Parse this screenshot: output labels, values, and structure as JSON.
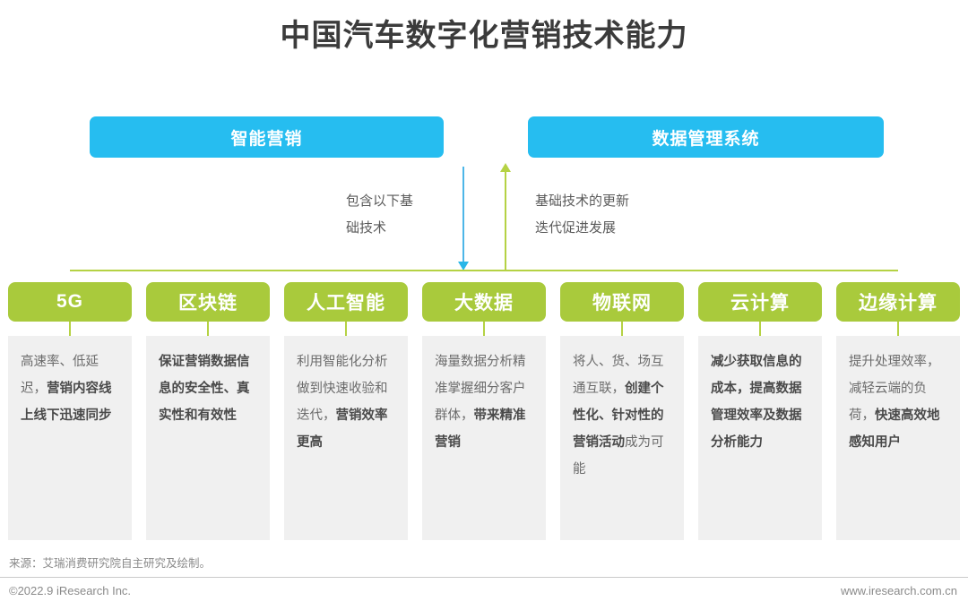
{
  "title": "中国汽车数字化营销技术能力",
  "top_boxes": [
    {
      "id": "smart-marketing",
      "label": "智能营销"
    },
    {
      "id": "data-management-system",
      "label": "数据管理系统"
    }
  ],
  "connectors": [
    {
      "id": "down-arrow",
      "direction": "down",
      "color": "#29b6e8",
      "label": "包含以下基\n础技术"
    },
    {
      "id": "up-arrow",
      "direction": "up",
      "color": "#b5d244",
      "label": "基础技术的更新\n迭代促进发展"
    }
  ],
  "columns": [
    {
      "tab": "5G",
      "text_plain": "高速率、低延迟，营销内容线上线下迅速同步",
      "text_html": "高速率、低延迟，<b>营销内容线上线下迅速同步</b>"
    },
    {
      "tab": "区块链",
      "text_plain": "保证营销数据信息的安全性、真实性和有效性",
      "text_html": "<b>保证营销数据信息的安全性、真实性和有效性</b>"
    },
    {
      "tab": "人工智能",
      "text_plain": "利用智能化分析做到快速收验和迭代，营销效率更高",
      "text_html": "利用智能化分析做到快速收验和迭代，<b>营销效率更高</b>"
    },
    {
      "tab": "大数据",
      "text_plain": "海量数据分析精准掌握细分客户群体，带来精准营销",
      "text_html": "海量数据分析精准掌握细分客户群体，<b>带来精准营销</b>"
    },
    {
      "tab": "物联网",
      "text_plain": "将人、货、场互通互联，创建个性化、针对性的营销活动成为可能",
      "text_html": "将人、货、场互通互联，<b>创建个性化、针对性的营销活动</b>成为可能"
    },
    {
      "tab": "云计算",
      "text_plain": "减少获取信息的成本，提高数据管理效率及数据分析能力",
      "text_html": "<b>减少获取信息的成本，提高数据管理效率及数据分析能力</b>"
    },
    {
      "tab": "边缘计算",
      "text_plain": "提升处理效率，减轻云端的负荷，快速高效地感知用户",
      "text_html": "提升处理效率，减轻云端的负荷，<b>快速高效地感知用户</b>"
    }
  ],
  "footer": {
    "source": "来源：艾瑞消费研究院自主研究及绘制。",
    "copyright": "©2022.9 iResearch Inc.",
    "website": "www.iresearch.com.cn"
  },
  "colors": {
    "blue": "#26bdf0",
    "green": "#a9ca3c",
    "green_line": "#b5d244",
    "card_bg": "#f0f0f0",
    "title": "#3b3b3b"
  }
}
